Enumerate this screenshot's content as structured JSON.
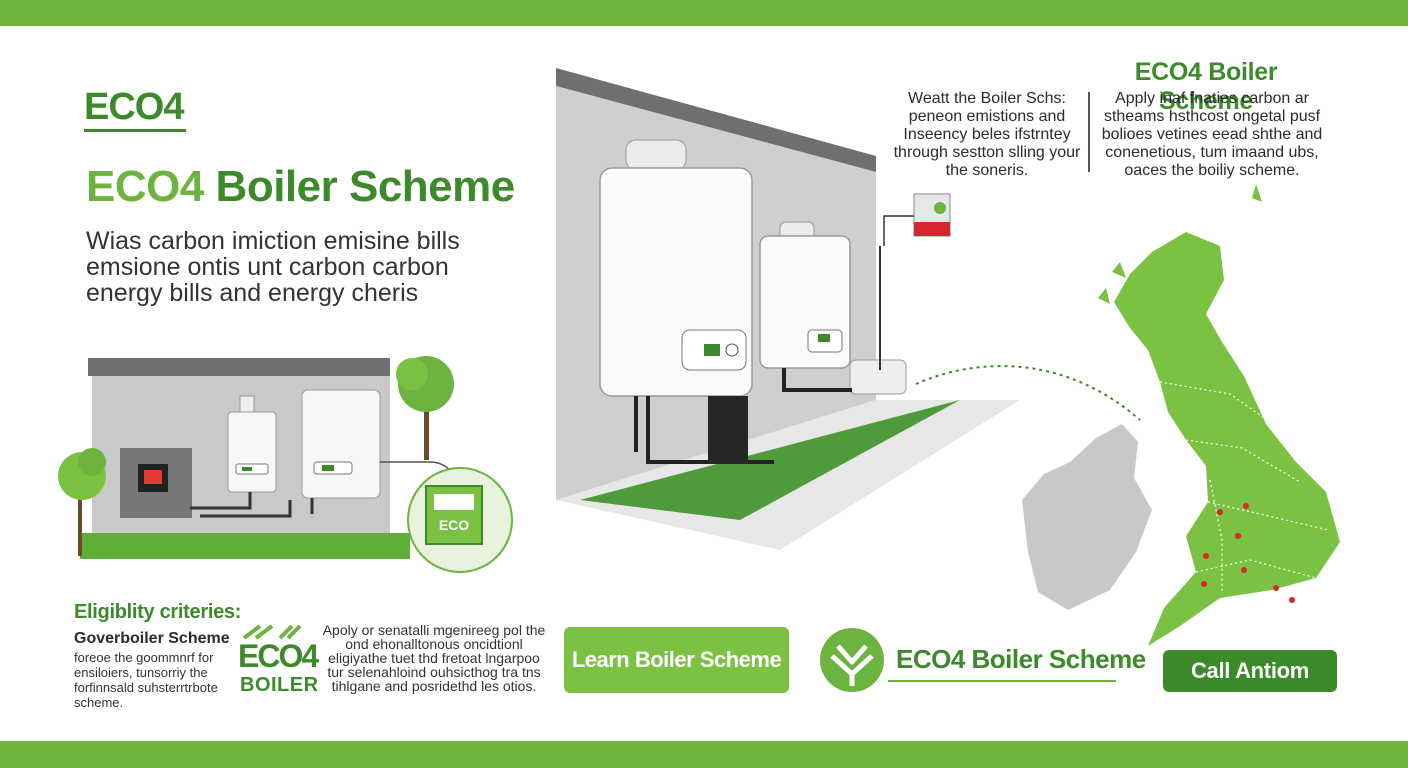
{
  "header": {
    "small_logo": "ECO4",
    "title_eco": "ECO4",
    "title_rest": " Boiler Scheme",
    "subtitle": "Wias carbon imiction emisine bills emsione ontis unt carbon carbon energy bills and energy cheris"
  },
  "top_right": {
    "title": "ECO4 Boiler Scheme",
    "block_a": "Weatt the Boiler Schs: peneon emistions and Inseency beles ifstrntey through sestton slling your the soneris.",
    "block_b": "Apply inaf fnaties carbon ar stheams hsthcost ongetal pusf bolioes vetines eead shthe and conenetious, tum imaand ubs, oaces the boiliy scheme."
  },
  "illustration": {
    "badge_label": "ECO"
  },
  "eligibility": {
    "title": "Eligiblity criteries:",
    "subtitle": "Goverboiler Scheme",
    "body": "foreoe the goommnrf for ensiloiers, tunsorriy the forfinnsald suhsterrtrbote scheme."
  },
  "eco_logo": {
    "top": "ECO4",
    "bottom": "BOILER"
  },
  "middle_text": "Apoly or senatalli mgenireeg pol the ond ehonalltonous oncidtionl eligiyathe tuet thd fretoat lngarpoo tur selenahloind ouhsicthog tra tns tihlgane and posridethd les otios.",
  "actions": {
    "learn_label": "Learn Boiler Scheme",
    "call_label": "Call Antiom"
  },
  "brand": {
    "label": "ECO4 Boiler Scheme"
  },
  "colors": {
    "brand_green": "#6db33f",
    "dark_green": "#3d8a2a",
    "button_green": "#7cc242",
    "call_button": "#3a8a2a"
  }
}
